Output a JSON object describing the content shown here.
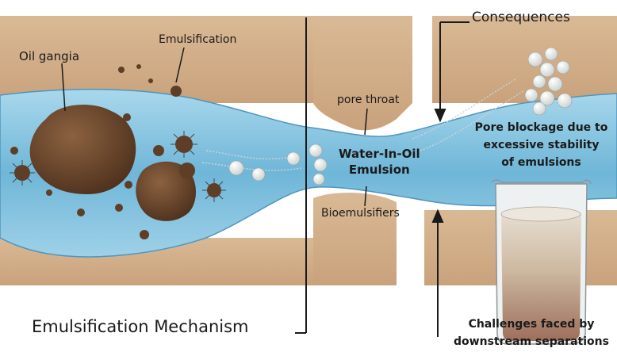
{
  "labels": {
    "oil_gangia": "Oil gangia",
    "emulsification": "Emulsification",
    "pore_throat": "pore throat",
    "water_in_oil_line1": "Water-In-Oil",
    "water_in_oil_line2": "Emulsion",
    "bioemulsifiers": "Bioemulsifiers",
    "consequences": "Consequences",
    "pore_blockage_line1": "Pore blockage due to",
    "pore_blockage_line2": "excessive  stability",
    "pore_blockage_line3": "of emulsions",
    "challenges_line1": "Challenges faced by",
    "challenges_line2": "downstream  separations",
    "mechanism_title": "Emulsification Mechanism"
  },
  "colors": {
    "rock": "#d4b08a",
    "rock_dark": "#b98f68",
    "water": "#7ec0dc",
    "water_deep": "#5aa8cf",
    "oil": "#6e4a2e",
    "droplet": "#f1f3f1",
    "line": "#1a1a1a"
  }
}
